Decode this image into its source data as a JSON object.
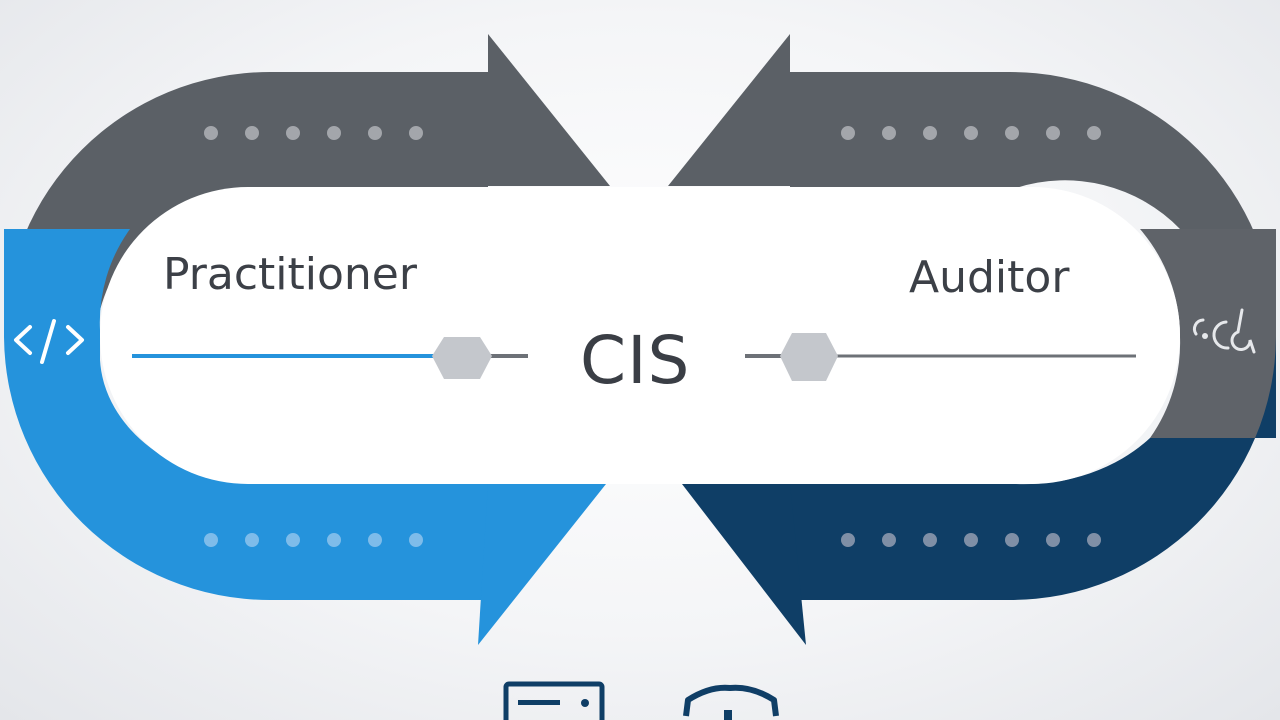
{
  "labels": {
    "practitioner": "Practitioner",
    "auditor": "Auditor",
    "center": "CIS"
  },
  "colors": {
    "dark_gray": "#5b6066",
    "medium_gray": "#5f6369",
    "blue": "#2593dc",
    "navy": "#0f3e66",
    "knob": "#c4c7cc",
    "track_gray": "#6d7177",
    "dot_light": "#a3a6ab",
    "dot_on_dark": "#7f8fa6",
    "dot_on_blue": "#7ebcea"
  },
  "icons": {
    "left_band": "code-icon",
    "right_band": "link-icon",
    "bottom_left": "server-icon",
    "bottom_right": "shield-icon"
  }
}
